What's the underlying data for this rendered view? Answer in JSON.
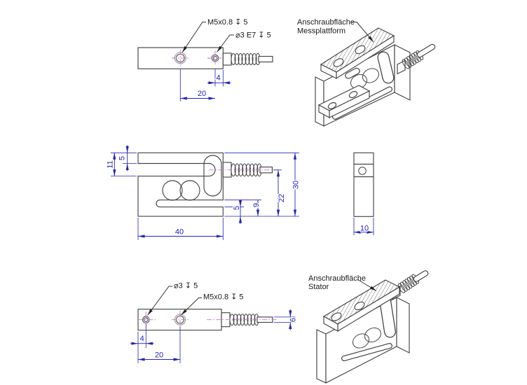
{
  "colors": {
    "background": "#ffffff",
    "outline": "#444444",
    "dimension_blue": "#2323bb",
    "centerline_magenta": "#c873c8",
    "thread_gray": "#999999",
    "label_text": "#1a1a1a"
  },
  "views": {
    "top": {
      "callout_thread": "M5x0.8 ↧ 5",
      "callout_fit": "⌀3 E7 ↧ 5",
      "dim_edge_offset": "4",
      "dim_hole_spacing": "20"
    },
    "iso_top": {
      "label_line1": "Anschraubfläche",
      "label_line2": "Messplattform"
    },
    "front": {
      "dim_slot_depth": "11",
      "dim_top_web": "5",
      "dim_width": "40",
      "dim_bottom_web": "5",
      "dim_lower_slot": "9",
      "dim_cable_height": "22",
      "dim_height": "30"
    },
    "side": {
      "dim_thickness": "10"
    },
    "bottom": {
      "callout_hole": "⌀3 ↧ 5",
      "callout_thread": "M5x0.8 ↧ 5",
      "dim_edge_offset": "4",
      "dim_hole_spacing": "20",
      "dim_cable_dia": "6"
    },
    "iso_bottom": {
      "label_line1": "Anschraubfläche",
      "label_line2": "Stator"
    }
  }
}
